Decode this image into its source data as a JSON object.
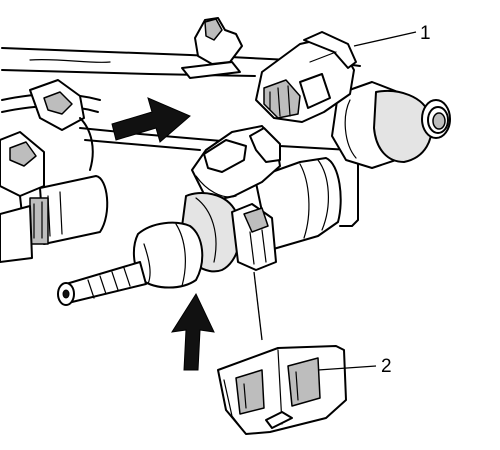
{
  "callouts": {
    "c1": "1",
    "c2": "2"
  },
  "arrows": {
    "count": 2,
    "color": "#000000"
  },
  "icons": [
    "fuel-injector-icon",
    "retainer-clip-icon",
    "wiring-harness-icon",
    "arrow-icon"
  ]
}
